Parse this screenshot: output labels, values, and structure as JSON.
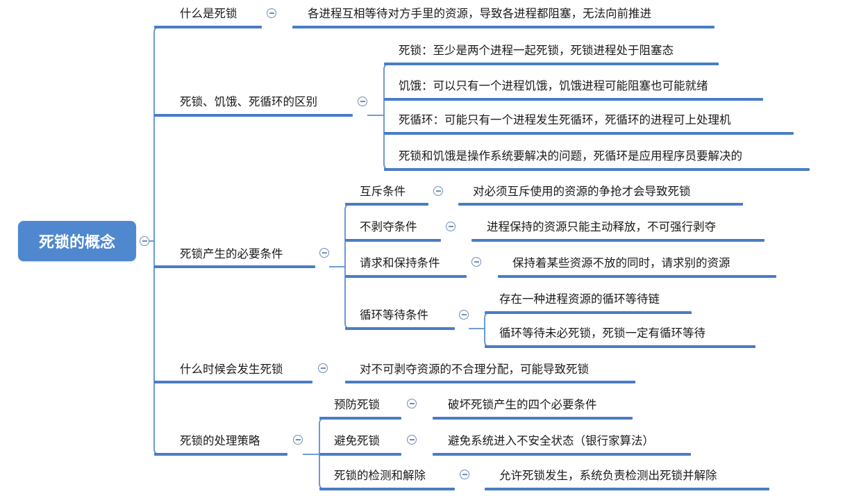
{
  "root": {
    "label": "死锁的概念"
  },
  "branches": [
    {
      "id": "b1",
      "label": "什么是死锁",
      "children": [
        {
          "label": "各进程互相等待对方手里的资源，导致各进程都阻塞，无法向前推进"
        }
      ]
    },
    {
      "id": "b2",
      "label": "死锁、饥饿、死循环的区别",
      "children": [
        {
          "label": "死锁：至少是两个进程一起死锁，死锁进程处于阻塞态"
        },
        {
          "label": "饥饿：可以只有一个进程饥饿，饥饿进程可能阻塞也可能就绪"
        },
        {
          "label": "死循环：可能只有一个进程发生死循环，死循环的进程可上处理机"
        },
        {
          "label": "死锁和饥饿是操作系统要解决的问题，死循环是应用程序员要解决的"
        }
      ]
    },
    {
      "id": "b3",
      "label": "死锁产生的必要条件",
      "children": [
        {
          "label": "互斥条件",
          "children": [
            {
              "label": "对必须互斥使用的资源的争抢才会导致死锁"
            }
          ]
        },
        {
          "label": "不剥夺条件",
          "children": [
            {
              "label": "进程保持的资源只能主动释放，不可强行剥夺"
            }
          ]
        },
        {
          "label": "请求和保持条件",
          "children": [
            {
              "label": "保持着某些资源不放的同时，请求别的资源"
            }
          ]
        },
        {
          "label": "循环等待条件",
          "children": [
            {
              "label": "存在一种进程资源的循环等待链"
            },
            {
              "label": "循环等待未必死锁，死锁一定有循环等待"
            }
          ]
        }
      ]
    },
    {
      "id": "b4",
      "label": "什么时候会发生死锁",
      "children": [
        {
          "label": "对不可剥夺资源的不合理分配，可能导致死锁"
        }
      ]
    },
    {
      "id": "b5",
      "label": "死锁的处理策略",
      "children": [
        {
          "label": "预防死锁",
          "children": [
            {
              "label": "破坏死锁产生的四个必要条件"
            }
          ]
        },
        {
          "label": "避免死锁",
          "children": [
            {
              "label": "避免系统进入不安全状态（银行家算法）"
            }
          ]
        },
        {
          "label": "死锁的检测和解除",
          "children": [
            {
              "label": "允许死锁发生，系统负责检测出死锁并解除"
            }
          ]
        }
      ]
    }
  ],
  "colors": {
    "root_fill": "#4f88cf",
    "underline": "#4a7cc4",
    "connector": "#5b8fd0",
    "toggle": "#6f8cb5"
  }
}
